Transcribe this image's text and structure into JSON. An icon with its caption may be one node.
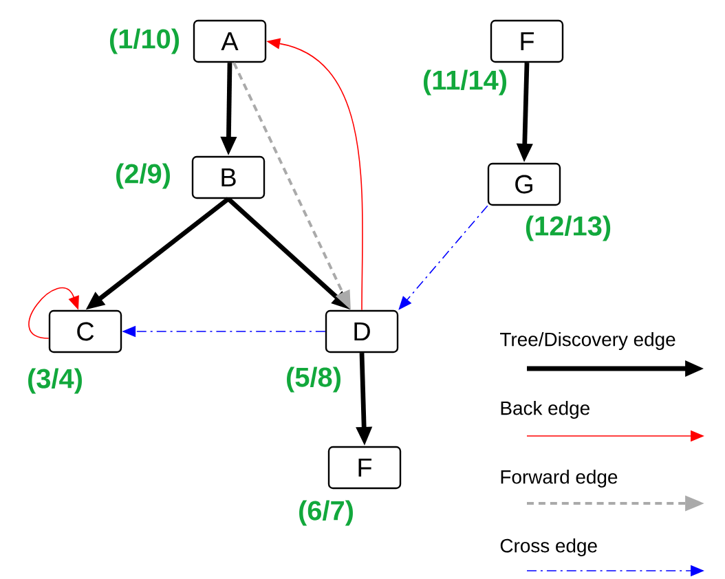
{
  "diagram": {
    "nodes": [
      {
        "text": [
          "A"
        ],
        "beside": [
          "(1/10)"
        ]
      },
      {
        "text": [
          "B"
        ],
        "beside": [
          "(2/9)"
        ]
      },
      {
        "text": [
          "C"
        ],
        "beside": [
          "(3/4)"
        ]
      },
      {
        "text": [
          "D"
        ],
        "beside": [
          "(5/8)"
        ]
      },
      {
        "text": [
          "F"
        ],
        "beside": [
          "(6/7)"
        ]
      },
      {
        "text": [
          "F"
        ],
        "beside": [
          "(11/14)"
        ]
      },
      {
        "text": [
          "G"
        ],
        "beside": [
          "(12/13)"
        ]
      }
    ],
    "edges": [
      {
        "from": 0,
        "to": 1,
        "arrow": "to"
      },
      {
        "from": 1,
        "to": 2,
        "arrow": "to"
      },
      {
        "from": 1,
        "to": 3,
        "arrow": "to"
      },
      {
        "from": 3,
        "to": 4,
        "arrow": "to"
      },
      {
        "from": 5,
        "to": 6,
        "arrow": "to"
      },
      {
        "from": 2,
        "to": 2,
        "arrow": "to",
        "color": "#ff0000"
      },
      {
        "from": 3,
        "to": 0,
        "arrow": "to",
        "color": "#ff0000"
      },
      {
        "from": 0,
        "to": 3,
        "arrow": "to",
        "style": "dashed",
        "color": "#aaaaaa"
      },
      {
        "from": 3,
        "to": 2,
        "arrow": "to",
        "style": "dashed",
        "color": "#0000ff"
      },
      {
        "from": 6,
        "to": 3,
        "arrow": "to",
        "style": "dashed",
        "color": "#0000ff"
      }
    ],
    "legend": [
      {
        "text": "Tree/Discovery edge"
      },
      {
        "text": "Back edge"
      },
      {
        "text": "Forward edge"
      },
      {
        "text": "Cross edge"
      }
    ]
  }
}
